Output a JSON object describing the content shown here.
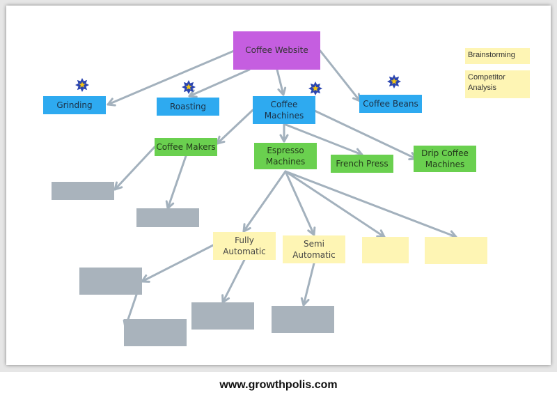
{
  "diagram": {
    "root": "Coffee Website",
    "level1": {
      "grinding": "Grinding",
      "roasting": "Roasting",
      "coffee_machines": "Coffee\nMachines",
      "coffee_beans": "Coffee Beans"
    },
    "machines": {
      "coffee_makers": "Coffee Makers",
      "espresso_machines": "Espresso\nMachines",
      "french_press": "French Press",
      "drip_coffee_machines": "Drip Coffee\nMachines"
    },
    "espresso": {
      "fully_automatic": "Fully\nAutomatic",
      "semi_automatic": "Semi\nAutomatic"
    }
  },
  "notes": [
    "Brainstorming",
    "Competitor\nAnalysis"
  ],
  "footer": "www.growthpolis.com",
  "colors": {
    "root": "#c55ee0",
    "level1": "#2eaaf0",
    "level2": "#6ad04f",
    "level3": "#fef5b4",
    "placeholder": "#a9b3bc",
    "connector": "#a3b1bd",
    "star": "#2b45b0",
    "star_center": "#f2c515"
  }
}
